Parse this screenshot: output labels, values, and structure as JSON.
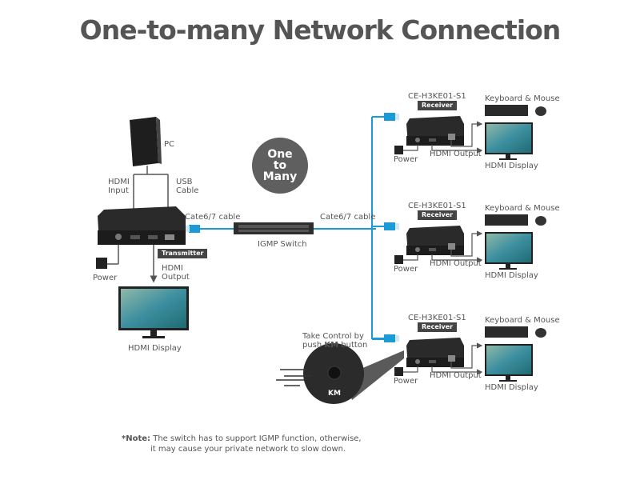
{
  "title": "One-to-many Network Connection",
  "bubble": {
    "lines": [
      "One",
      "to",
      "Many"
    ]
  },
  "transmitter": {
    "tag": "Transmitter",
    "pc_label": "PC",
    "hdmi_input_label": [
      "HDMI",
      "Input"
    ],
    "usb_cable_label": [
      "USB",
      "Cable"
    ],
    "power_label": "Power",
    "hdmi_output_label": [
      "HDMI",
      "Output"
    ],
    "display_label": "HDMI Display"
  },
  "cables": {
    "left_label": "Cate6/7 cable",
    "right_label": "Cate6/7 cable"
  },
  "switch": {
    "label": "IGMP Switch"
  },
  "receivers": [
    {
      "model": "CE-H3KE01-S1",
      "tag": "Receiver",
      "power_label": "Power",
      "hdmi_output_label": "HDMI Output",
      "km_label": "Keyboard & Mouse",
      "display_label": "HDMI Display"
    },
    {
      "model": "CE-H3KE01-S1",
      "tag": "Receiver",
      "power_label": "Power",
      "hdmi_output_label": "HDMI Output",
      "km_label": "Keyboard & Mouse",
      "display_label": "HDMI Display"
    },
    {
      "model": "CE-H3KE01-S1",
      "tag": "Receiver",
      "power_label": "Power",
      "hdmi_output_label": "HDMI Output",
      "km_label": "Keyboard & Mouse",
      "display_label": "HDMI Display"
    }
  ],
  "km_callout": {
    "line1": "Take Control by",
    "line2_prefix": "push ",
    "line2_bold": "KM",
    "line2_suffix": " button",
    "button_label": "KM"
  },
  "note": {
    "prefix": "*Note:",
    "line1": " The switch has to support IGMP function, otherwise,",
    "line2": "it may cause your private network to slow down."
  },
  "colors": {
    "cable": "#1a9ad6",
    "device": "#2b2b2b",
    "text": "#555555",
    "bubble": "#5f5f5f"
  }
}
